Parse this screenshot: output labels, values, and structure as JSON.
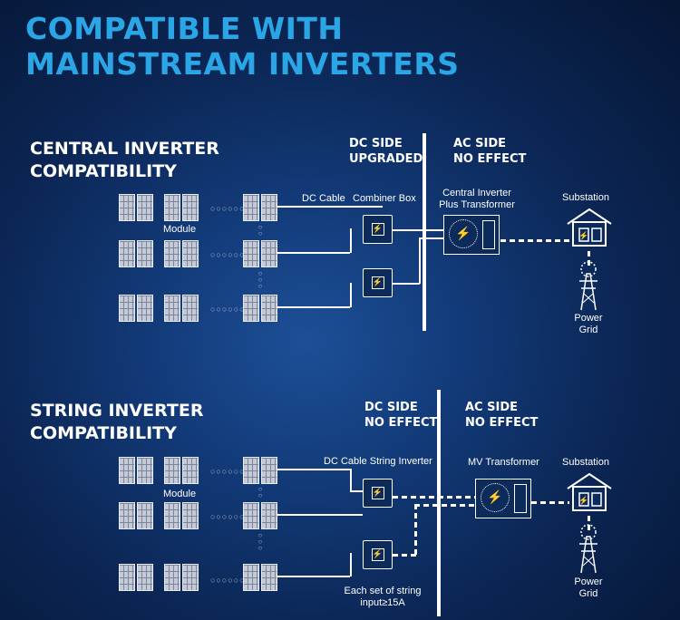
{
  "headline": [
    "COMPATIBLE WITH",
    "MAINSTREAM INVERTERS"
  ],
  "central": {
    "title": [
      "CENTRAL INVERTER",
      "COMPATIBILITY"
    ],
    "dc_side": [
      "DC SIDE",
      "UPGRADED"
    ],
    "ac_side": [
      "AC SIDE",
      "NO EFFECT"
    ],
    "module_label": "Module",
    "dc_cable_label": "DC Cable",
    "combiner_label": "Combiner Box",
    "inverter_label": [
      "Central Inverter",
      "Plus Transformer"
    ],
    "substation_label": "Substation",
    "grid_label": [
      "Power",
      "Grid"
    ]
  },
  "string": {
    "title": [
      "STRING INVERTER",
      "COMPATIBILITY"
    ],
    "dc_side": [
      "DC SIDE",
      "NO EFFECT"
    ],
    "ac_side": [
      "AC SIDE",
      "NO EFFECT"
    ],
    "module_label": "Module",
    "cable_inverter_label": "DC Cable String Inverter",
    "transformer_label": "MV Transformer",
    "substation_label": "Substation",
    "grid_label": [
      "Power",
      "Grid"
    ],
    "note": [
      "Each set of string",
      "input≥15A"
    ]
  },
  "icons": {
    "panel": "solar-panel-icon",
    "box": "inverter-box-icon",
    "house": "substation-icon",
    "tower": "power-grid-tower-icon"
  }
}
